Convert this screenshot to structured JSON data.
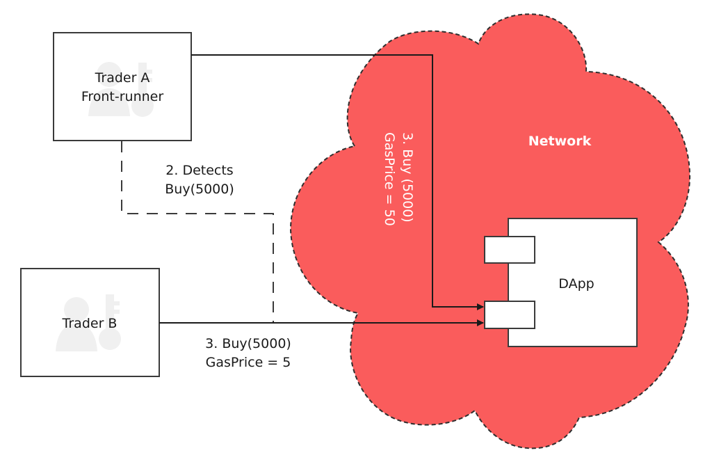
{
  "diagram": {
    "type": "front-running sequence",
    "colors": {
      "network_fill": "#FA5C5C",
      "box_fill": "#FFFFFF",
      "line": "#1A1A1A",
      "network_text": "#FFFFFF"
    },
    "nodes": {
      "trader_a": {
        "line1": "Trader A",
        "line2": "Front-runner",
        "icon": "user-key-icon"
      },
      "trader_b": {
        "line1": "Trader B",
        "icon": "user-key-icon"
      },
      "network": {
        "label": "Network"
      },
      "dapp": {
        "label": "DApp",
        "ports": 2
      }
    },
    "edges": {
      "detect": {
        "line1": "2. Detects",
        "line2": "Buy(5000)",
        "style": "dashed",
        "from": "Trader A",
        "to": "Trader B transaction"
      },
      "buy_a": {
        "line1": "3. Buy (5000)",
        "line2": "GasPrice = 50",
        "style": "solid-arrow",
        "from": "Trader A",
        "to": "DApp"
      },
      "buy_b": {
        "line1": "3. Buy(5000)",
        "line2": "GasPrice = 5",
        "style": "solid-arrow",
        "from": "Trader B",
        "to": "DApp"
      }
    }
  }
}
